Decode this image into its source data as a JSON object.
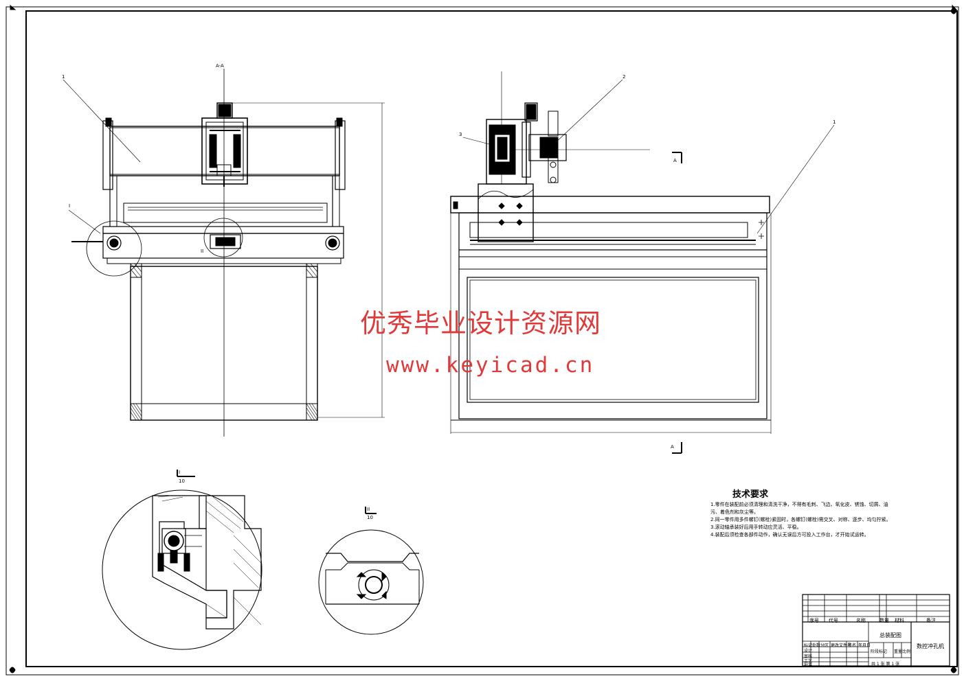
{
  "watermark": {
    "line1": "优秀毕业设计资源网",
    "line2": "www.keyicad.cn",
    "color": "#e0393a"
  },
  "technical_requirements": {
    "title": "技术要求",
    "items": [
      "1.零件在装配前必须清理和清洗干净，不得有毛刺、飞边、氧化皮、锈蚀、切屑、油",
      "污、着色剂和灰尘等。",
      "2.同一零件用多件螺钉(螺栓)紧固时，各螺钉(螺栓)需交叉、对称、逐步、均匀拧紧。",
      "3.滚动轴承装好后用手转动应灵活、平稳。",
      "4.装配后须检查各部件动作，确认无误后方可投入工作台，才开始试运转。"
    ]
  },
  "title_block": {
    "drawing_name": "总装配图",
    "machine_name": "数控冲孔机",
    "row_labels": [
      "标记",
      "处数",
      "分区",
      "更改文件号",
      "签名",
      "年月日"
    ],
    "roles": [
      "设计",
      "审核",
      "工艺",
      "批准"
    ],
    "header_cells": [
      "序号",
      "代号",
      "名称",
      "数量",
      "材料",
      "备注"
    ],
    "stage_labels": [
      "阶段标记",
      "重量",
      "比例"
    ],
    "sheet_info": "共 1 张 第 1 张"
  },
  "part_labels": {
    "front_view_part1": "1",
    "side_view_part2": "2",
    "side_view_part3": "3",
    "side_view_part1": "1",
    "detail_I": "I",
    "detail_II": "II",
    "section_A_top": "A",
    "section_A_bottom": "A",
    "detail_I_title": "I",
    "detail_I_scale": "10",
    "detail_II_title": "II",
    "detail_II_scale": "10",
    "view_top_mark": "A-A"
  }
}
